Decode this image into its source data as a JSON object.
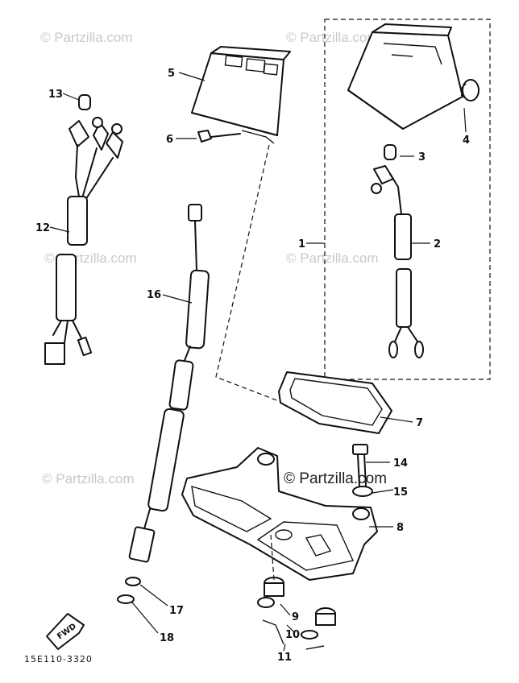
{
  "watermark_text": "© Partzilla.com",
  "diagram_code": "15E110-3320",
  "fwd_label": "FWD",
  "labels": {
    "p1": "1",
    "p2": "2",
    "p3": "3",
    "p4": "4",
    "p5": "5",
    "p6": "6",
    "p7": "7",
    "p8": "8",
    "p9": "9",
    "p10": "10",
    "p11": "11",
    "p12": "12",
    "p13": "13",
    "p14": "14",
    "p15": "15",
    "p16": "16",
    "p17": "17",
    "p18": "18"
  }
}
